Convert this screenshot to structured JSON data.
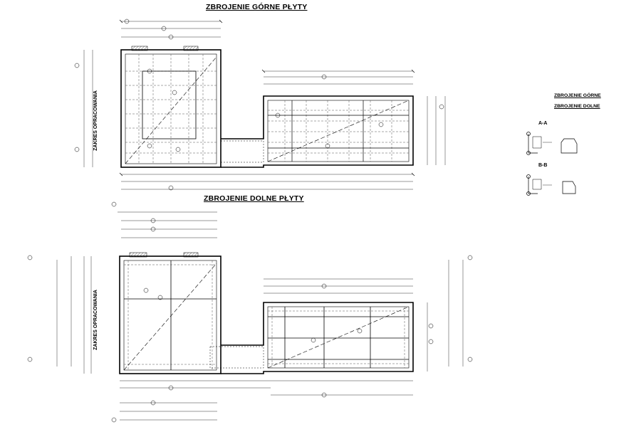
{
  "titles": {
    "top_plan": "ZBROJENIE GÓRNE PŁYTY",
    "bottom_plan": "ZBROJENIE DOLNE PŁYTY",
    "legend_top": "ZBROJENIE GÓRNE",
    "legend_bottom": "ZBROJENIE DOLNE"
  },
  "labels": {
    "zakres_top": "ZAKRES OPRACOWANIA",
    "zakres_bottom": "ZAKRES OPRACOWANIA",
    "section_aa": "A-A",
    "section_bb": "B-B"
  },
  "colors": {
    "line": "#000000",
    "thin": "#333333",
    "dash": "#555555",
    "hatch": "#444444"
  }
}
